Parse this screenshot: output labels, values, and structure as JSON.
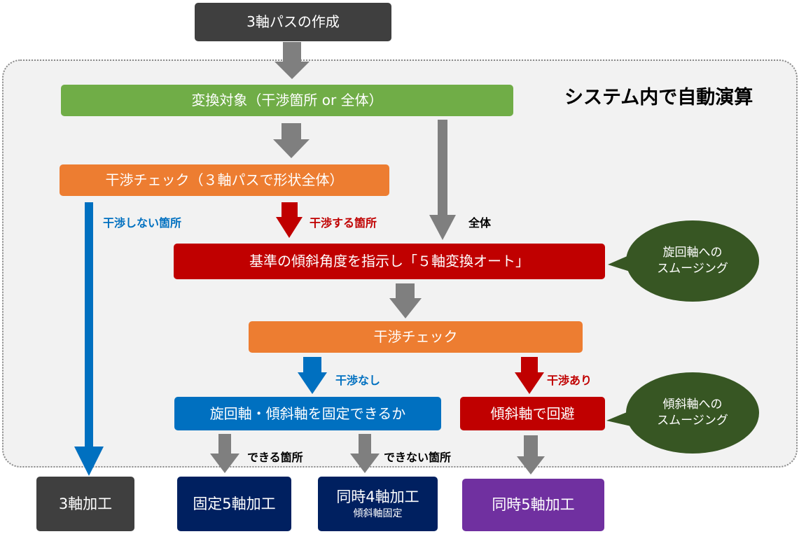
{
  "colors": {
    "dark_gray": "#3f3f3f",
    "green": "#70ad47",
    "orange": "#ed7d31",
    "red": "#c00000",
    "blue": "#0070c0",
    "navy": "#002060",
    "purple": "#7030a0",
    "olive": "#375623",
    "arrow_gray": "#7f7f7f"
  },
  "region": {
    "title": "システム内で自動演算"
  },
  "nodes": {
    "start": "3軸パスの作成",
    "target": "変換対象（干渉箇所 or 全体）",
    "check1": "干渉チェック（３軸パスで形状全体）",
    "convert": "基準の傾斜角度を指示し「５軸変換オート」",
    "check2": "干渉チェック",
    "fix_question": "旋回軸・傾斜軸を固定できるか",
    "avoid": "傾斜軸で回避",
    "out_3axis": "3軸加工",
    "out_fixed5": "固定5軸加工",
    "out_sim4": "同時4軸加工",
    "out_sim4_sub": "傾斜軸固定",
    "out_sim5": "同時5軸加工"
  },
  "edge_labels": {
    "no_interference_area": "干渉しない箇所",
    "interference_area": "干渉する箇所",
    "whole": "全体",
    "no_interference": "干渉なし",
    "has_interference": "干渉あり",
    "can_area": "できる箇所",
    "cannot_area": "できない箇所"
  },
  "callouts": {
    "rotation_smoothing": [
      "旋回軸への",
      "スムージング"
    ],
    "tilt_smoothing": [
      "傾斜軸への",
      "スムージング"
    ]
  }
}
